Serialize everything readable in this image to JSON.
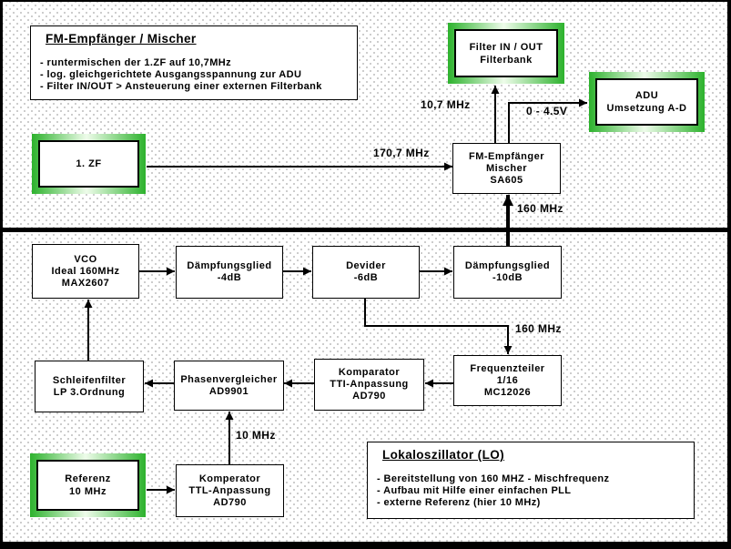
{
  "info_fm": {
    "title": "FM-Empfänger / Mischer",
    "bullets": [
      "- runtermischen der 1.ZF auf 10,7MHz",
      "- log. gleichgerichtete Ausgangsspannung zur ADU",
      "- Filter IN/OUT > Ansteuerung einer externen Filterbank"
    ]
  },
  "info_lo": {
    "title": "Lokaloszillator (LO)",
    "bullets": [
      "- Bereitstellung von 160 MHZ - Mischfrequenz",
      "- Aufbau mit Hilfe einer einfachen PLL",
      "- externe Referenz (hier 10 MHz)"
    ]
  },
  "boxes": {
    "filterbank": {
      "lines": [
        "Filter IN / OUT",
        "Filterbank"
      ]
    },
    "adu": {
      "lines": [
        "ADU",
        "Umsetzung A-D"
      ]
    },
    "zf": {
      "lines": [
        "1. ZF"
      ]
    },
    "sa605": {
      "lines": [
        "FM-Empfänger",
        "Mischer",
        "SA605"
      ]
    },
    "vco": {
      "lines": [
        "VCO",
        "Ideal 160MHz",
        "MAX2607"
      ]
    },
    "daempfung4": {
      "lines": [
        "Dämpfungsglied",
        "-4dB"
      ]
    },
    "devider": {
      "lines": [
        "Devider",
        "-6dB"
      ]
    },
    "daempfung10": {
      "lines": [
        "Dämpfungsglied",
        "-10dB"
      ]
    },
    "schleifenfilter": {
      "lines": [
        "Schleifenfilter",
        "LP 3.Ordnung"
      ]
    },
    "phasenvergleicher": {
      "lines": [
        "Phasenvergleicher",
        "AD9901"
      ]
    },
    "komparator_tti": {
      "lines": [
        "Komparator",
        "TTI-Anpassung",
        "AD790"
      ]
    },
    "frequenzteiler": {
      "lines": [
        "Frequenzteiler",
        "1/16",
        "MC12026"
      ]
    },
    "referenz": {
      "lines": [
        "Referenz",
        "10 MHz"
      ]
    },
    "komperator_ttl": {
      "lines": [
        "Komperator",
        "TTL-Anpassung",
        "AD790"
      ]
    }
  },
  "labels": {
    "l_107": "10,7 MHz",
    "l_045": "0 - 4.5V",
    "l_1707": "170,7 MHz",
    "l_160_top": "160 MHz",
    "l_160_mid": "160 MHz",
    "l_10": "10 MHz"
  },
  "colors": {
    "line": "#000000",
    "green_accent": "#2db22d",
    "background": "#ffffff"
  }
}
